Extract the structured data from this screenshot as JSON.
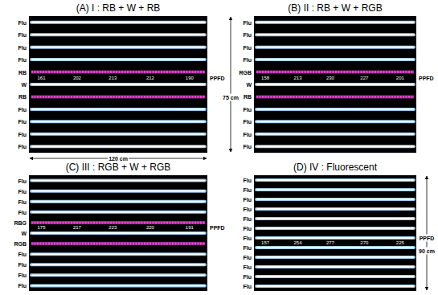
{
  "diagram": {
    "nodes": [
      {
        "text": [
          "(A) I : RB + W + RB"
        ]
      },
      {
        "text": [
          "(B) II : RB + W + RGB"
        ]
      },
      {
        "text": [
          "(C) III : RGB + W + RGB"
        ]
      },
      {
        "text": [
          "(D) IV : Fluorescent"
        ]
      }
    ],
    "labels": [
      "Flu",
      "Flu",
      "Flu",
      "Flu",
      "RB",
      "W",
      "RB",
      "Flu",
      "Flu",
      "Flu",
      "Flu",
      "161",
      "202",
      "213",
      "212",
      "190",
      "PPFD",
      "75 cm",
      "120 cm",
      "Flu",
      "Flu",
      "Flu",
      "Flu",
      "RGB",
      "W",
      "RB",
      "Flu",
      "Flu",
      "Flu",
      "Flu",
      "158",
      "213",
      "230",
      "227",
      "201",
      "PPFD",
      "Flu",
      "Flu",
      "Flu",
      "Flu",
      "RBG",
      "W",
      "RGB",
      "Flu",
      "Flu",
      "Flu",
      "Flu",
      "175",
      "217",
      "223",
      "220",
      "191",
      "PPFD",
      "Flu",
      "Flu",
      "Flu",
      "Flu",
      "Flu",
      "Flu",
      "Flu",
      "Flu",
      "Flu",
      "Flu",
      "Flu",
      "Flu",
      "157",
      "254",
      "277",
      "270",
      "225",
      "PPFD",
      "90 cm"
    ]
  }
}
